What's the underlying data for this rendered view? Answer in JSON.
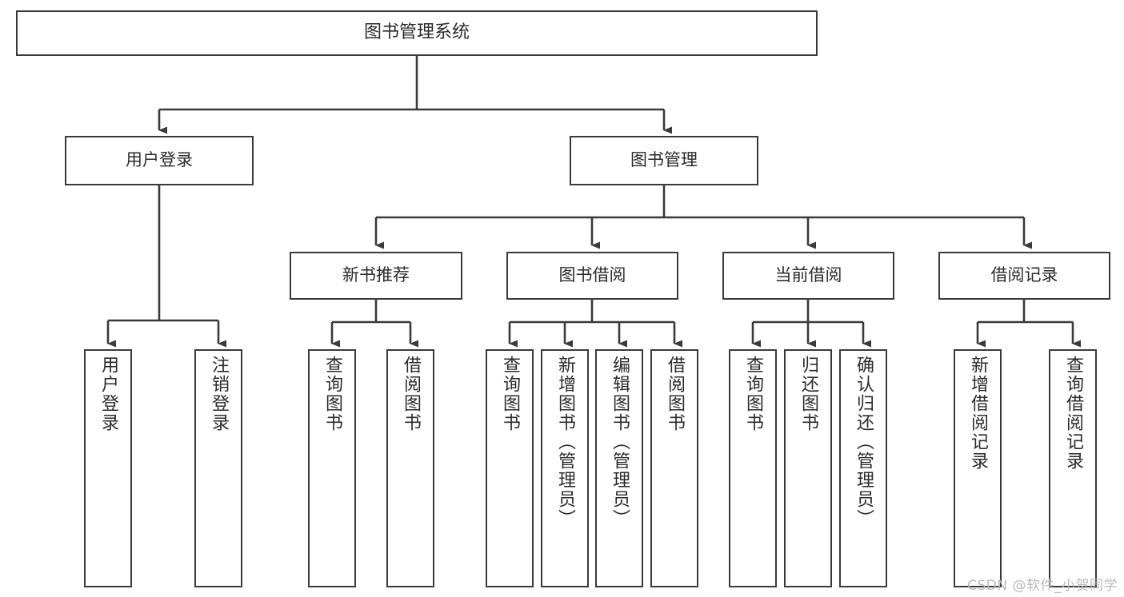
{
  "diagram": {
    "title": "图书管理系统",
    "type": "tree-hierarchy",
    "watermark": "CSDN @软件_小贺同学",
    "colors": {
      "stroke": "#3a3a3a",
      "fill": "#ffffff",
      "text": "#2b2b2b",
      "watermark": "#b9b9b9"
    },
    "levels": {
      "root": "图书管理系统",
      "level2": [
        "用户登录",
        "图书管理"
      ],
      "level3": [
        "新书推荐",
        "图书借阅",
        "当前借阅",
        "借阅记录"
      ],
      "level4": [
        "用户登录",
        "注销登录",
        "查询图书",
        "借阅图书",
        "查询图书",
        "新增图书（管理员）",
        "编辑图书（管理员）",
        "借阅图书",
        "查询图书",
        "归还图书",
        "确认归还（管理员）",
        "新增借阅记录",
        "查询借阅记录"
      ]
    },
    "nodes": {
      "root": {
        "label": "图书管理系统"
      },
      "user_login": {
        "label": "用户登录"
      },
      "book_manage": {
        "label": "图书管理"
      },
      "new_book_rec": {
        "label": "新书推荐"
      },
      "book_borrow": {
        "label": "图书借阅"
      },
      "current_borrow": {
        "label": "当前借阅"
      },
      "borrow_record": {
        "label": "借阅记录"
      },
      "leaf_user_login": {
        "label": "用户登录"
      },
      "leaf_logout": {
        "label": "注销登录"
      },
      "leaf_query_book_a": {
        "label": "查询图书"
      },
      "leaf_borrow_book_a": {
        "label": "借阅图书"
      },
      "leaf_query_book_b": {
        "label": "查询图书"
      },
      "leaf_add_book": {
        "label": "新增图书（管理员）"
      },
      "leaf_edit_book": {
        "label": "编辑图书（管理员）"
      },
      "leaf_borrow_book_b": {
        "label": "借阅图书"
      },
      "leaf_query_book_c": {
        "label": "查询图书"
      },
      "leaf_return_book": {
        "label": "归还图书"
      },
      "leaf_confirm_return": {
        "label": "确认归还（管理员）"
      },
      "leaf_add_record": {
        "label": "新增借阅记录"
      },
      "leaf_query_record": {
        "label": "查询借阅记录"
      }
    }
  }
}
